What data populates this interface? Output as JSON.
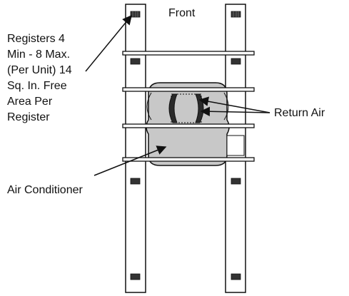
{
  "labels": {
    "front": "Front",
    "registers": [
      "Registers 4",
      "Min - 8 Max.",
      "(Per Unit) 14",
      "Sq. In. Free",
      "Area Per",
      "Register"
    ],
    "return_air": "Return Air",
    "air_conditioner": "Air Conditioner"
  },
  "colors": {
    "line": "#111111",
    "unit_fill": "#c8c8c8",
    "register_fill": "#333333",
    "background": "#ffffff"
  }
}
